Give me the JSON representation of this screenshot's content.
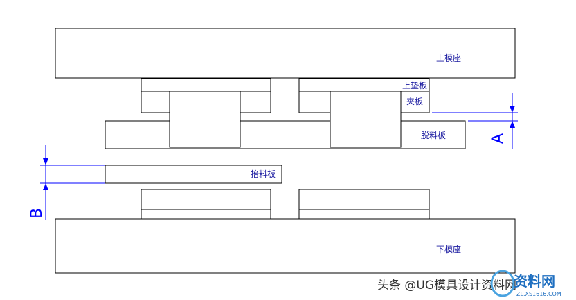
{
  "labels": {
    "upper_seat": "上模座",
    "upper_pad": "上垫板",
    "clamp_plate": "夹板",
    "stripper": "脱料板",
    "lifter": "抬料板",
    "lower_seat": "下模座"
  },
  "dimensions": {
    "a": "A",
    "b": "B"
  },
  "watermark": "头条 @UG模具设计资料网",
  "logo": {
    "text": "资料网",
    "subtext": "ZL.XS1616.COM"
  },
  "colors": {
    "outline": "#000000",
    "label": "#1a1aa0",
    "dimension": "#0000ff"
  }
}
